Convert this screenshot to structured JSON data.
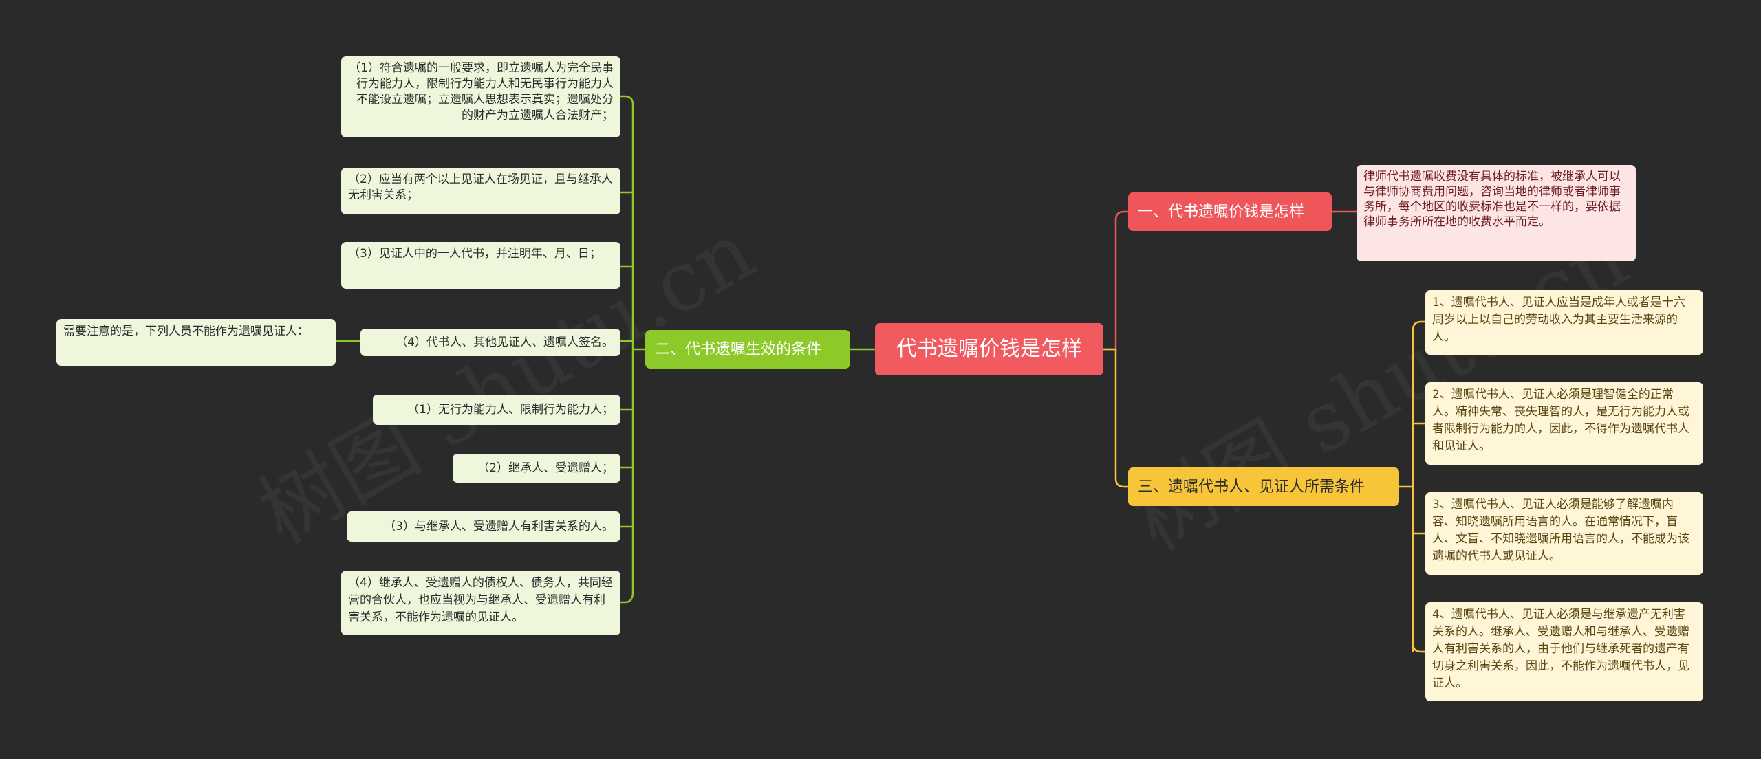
{
  "watermark": "树图 shutu.cn",
  "colors": {
    "background": "#2a2a2a",
    "root": "#f15a5e",
    "red_branch": "#ee5659",
    "green_branch": "#8dc928",
    "yellow_branch": "#f6c53a",
    "red_link": "#ee5659",
    "green_link": "#8dc928",
    "yellow_link": "#f6c53a"
  },
  "root": {
    "label": "代书遗嘱价钱是怎样"
  },
  "branches": {
    "cost": {
      "label": "一、代书遗嘱价钱是怎样",
      "detail": "律师代书遗嘱收费没有具体的标准，被继承人可以与律师协商费用问题，咨询当地的律师或者律师事务所，每个地区的收费标准也是不一样的，要依据律师事务所所在地的收费水平而定。"
    },
    "conditions": {
      "label": "二、代书遗嘱生效的条件",
      "items": [
        "（1）符合遗嘱的一般要求，即立遗嘱人为完全民事行为能力人，限制行为能力人和无民事行为能力人不能设立遗嘱；立遗嘱人思想表示真实；遗嘱处分的财产为立遗嘱人合法财产；",
        "（2）应当有两个以上见证人在场见证，且与继承人无利害关系；",
        "（3）见证人中的一人代书，并注明年、月、日；",
        "（4）代书人、其他见证人、遗嘱人签名。",
        "（1）无行为能力人、限制行为能力人；",
        "（2）继承人、受遗赠人；",
        "（3）与继承人、受遗赠人有利害关系的人。",
        "（4）继承人、受遗赠人的债权人、债务人，共同经营的合伙人，也应当视为与继承人、受遗赠人有利害关系，不能作为遗嘱的见证人。"
      ],
      "note": "需要注意的是，下列人员不能作为遗嘱见证人："
    },
    "requirements": {
      "label": "三、遗嘱代书人、见证人所需条件",
      "items": [
        "1、遗嘱代书人、见证人应当是成年人或者是十六周岁以上以自己的劳动收入为其主要生活来源的人。",
        "2、遗嘱代书人、见证人必须是理智健全的正常人。精神失常、丧失理智的人，是无行为能力人或者限制行为能力的人，因此，不得作为遗嘱代书人和见证人。",
        "3、遗嘱代书人、见证人必须是能够了解遗嘱内容、知晓遗嘱所用语言的人。在通常情况下，盲人、文盲、不知晓遗嘱所用语言的人，不能成为该遗嘱的代书人或见证人。",
        "4、遗嘱代书人、见证人必须是与继承遗产无利害关系的人。继承人、受遗赠人和与继承人、受遗赠人有利害关系的人，由于他们与继承死者的遗产有切身之利害关系，因此，不能作为遗嘱代书人，见证人。"
      ]
    }
  }
}
